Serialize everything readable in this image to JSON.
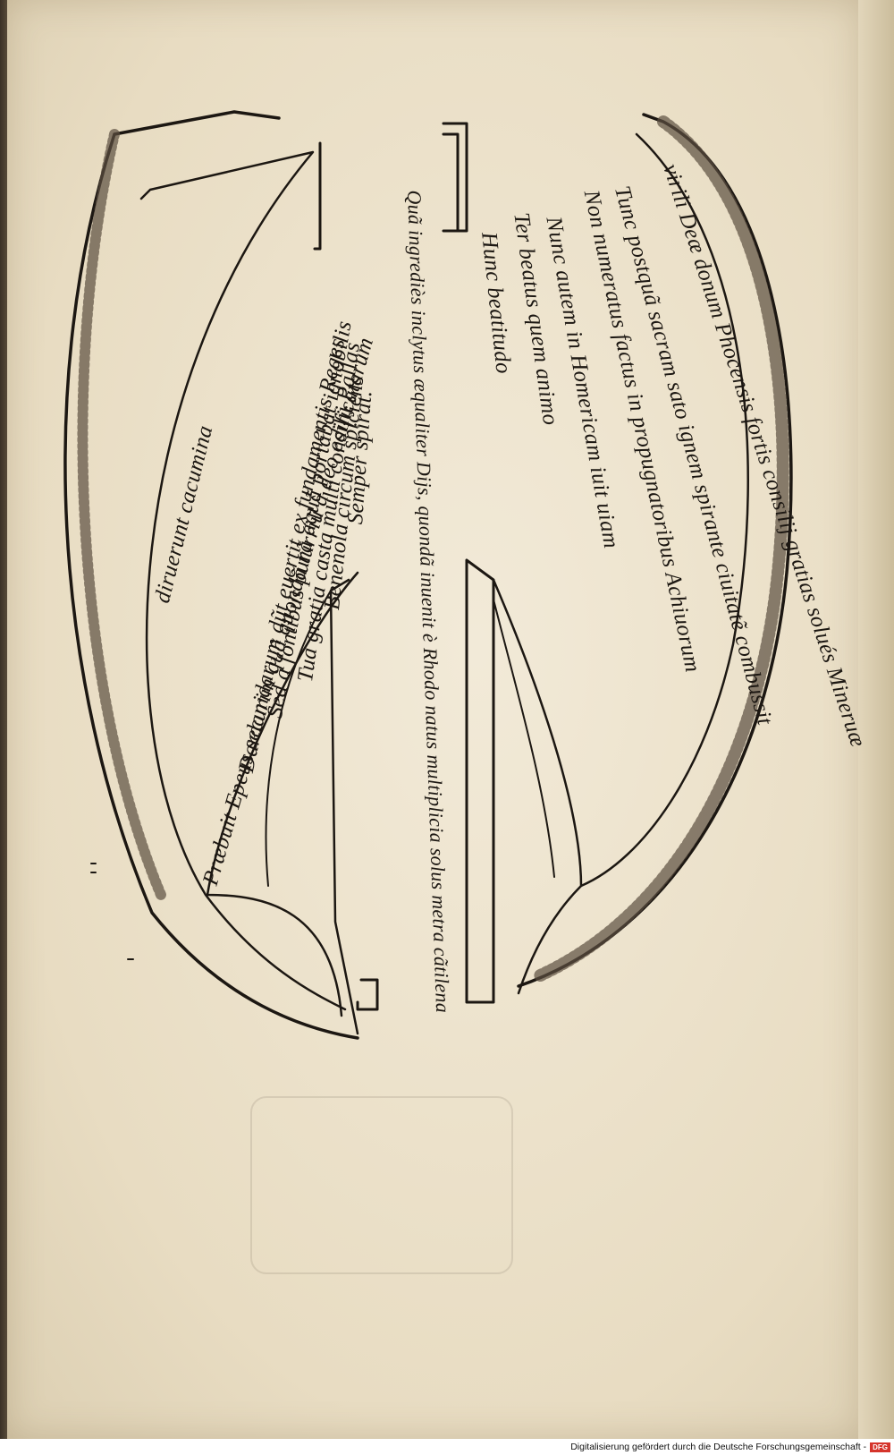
{
  "right_verses": [
    "virili Deæ donum Phocensis fortis consilij gratias solués Mineruæ",
    "Tunc postquã sacram sato ignem spirante ciuitatẽ combussit",
    "Non numeratus factus in propugnatoribus Achiuorum",
    "Nunc autem in Homericam iuit uiam",
    "Ter beatus quem animo",
    "Hunc beatitudo"
  ],
  "left_verses": [
    "Præbuit Epeus securim quã quondã turriũ à deo edificatarum",
    "diruerunt cacumina",
    "Dardanidarum dũt euertit ex fundamentis Reges",
    "Sed à fontibus purã aquã portabat ignobilis",
    "Tua gratia casta multi consilij Pallas",
    "Benenola circum spiciens",
    "Semper spirat."
  ],
  "center_verse": "Quã ingrediès inclytus æqualiter Dijs, quondã inuenit è Rhodo natus multiplicia solus metra cãtilena",
  "footer": {
    "credit": "Digitalisierung gefördert durch die Deutsche Forschungsgemeinschaft -",
    "badge": "DFG"
  }
}
